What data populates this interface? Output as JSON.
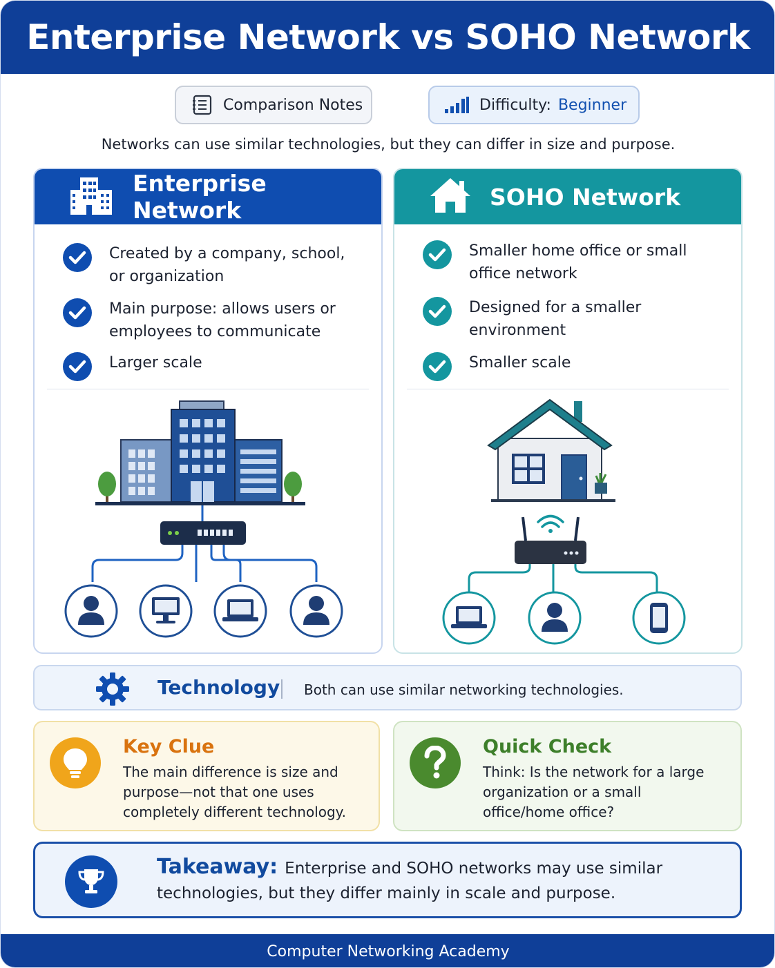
{
  "header": {
    "title": "Enterprise Network vs SOHO Network"
  },
  "badges": {
    "notes_label": "Comparison Notes",
    "difficulty_label": "Difficulty:",
    "difficulty_value": "Beginner"
  },
  "intro": "Networks can use similar technologies, but they can differ in size and purpose.",
  "enterprise": {
    "title": "Enterprise Network",
    "points": [
      "Created by a company, school, or organization",
      "Main purpose: allows users or employees to communicate",
      "Larger scale"
    ],
    "devices": [
      "user-icon",
      "desktop-icon",
      "laptop-icon",
      "user-icon"
    ]
  },
  "soho": {
    "title": "SOHO Network",
    "points": [
      "Smaller home office or small office network",
      "Designed for a smaller environment",
      "Smaller scale"
    ],
    "devices": [
      "laptop-icon",
      "user-icon",
      "phone-icon"
    ]
  },
  "technology": {
    "label": "Technology",
    "text": "Both can use similar networking technologies."
  },
  "key_clue": {
    "title": "Key Clue",
    "text": "The main difference is size and purpose—not that one uses completely different technology."
  },
  "quick_check": {
    "title": "Quick Check",
    "text": "Think: Is the network for a large organization or a small office/home office?"
  },
  "takeaway": {
    "label": "Takeaway:",
    "text": "Enterprise and SOHO networks may use similar technologies, but they differ mainly in scale and purpose."
  },
  "footer": "Computer Networking Academy",
  "colors": {
    "enterprise_blue": "#0f4db0",
    "soho_teal": "#14969f",
    "key_orange": "#f0a51b",
    "check_green": "#4a8a2e"
  }
}
